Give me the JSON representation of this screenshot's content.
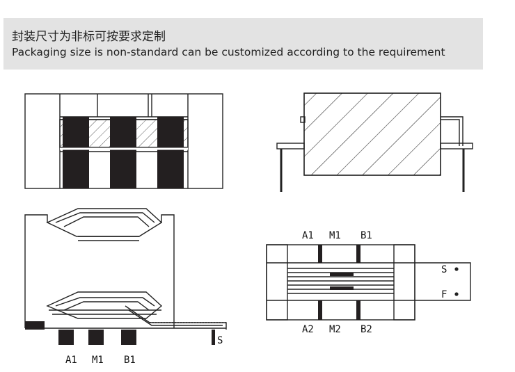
{
  "banner": {
    "title_zh": "封装尺寸为非标可按要求定制",
    "title_en": "Packaging size is non-standard can be customized according to the requirement"
  },
  "side_view": {
    "pins": [
      "A1",
      "M1",
      "B1"
    ],
    "pin_s": "S"
  },
  "bottom_view": {
    "top_pins": [
      "A1",
      "M1",
      "B1"
    ],
    "bottom_pins": [
      "A2",
      "M2",
      "B2"
    ],
    "side_pins": [
      "S",
      "F"
    ]
  },
  "colors": {
    "line": "#222222",
    "fill_dark": "#231f20",
    "banner_bg": "#e3e3e3"
  }
}
